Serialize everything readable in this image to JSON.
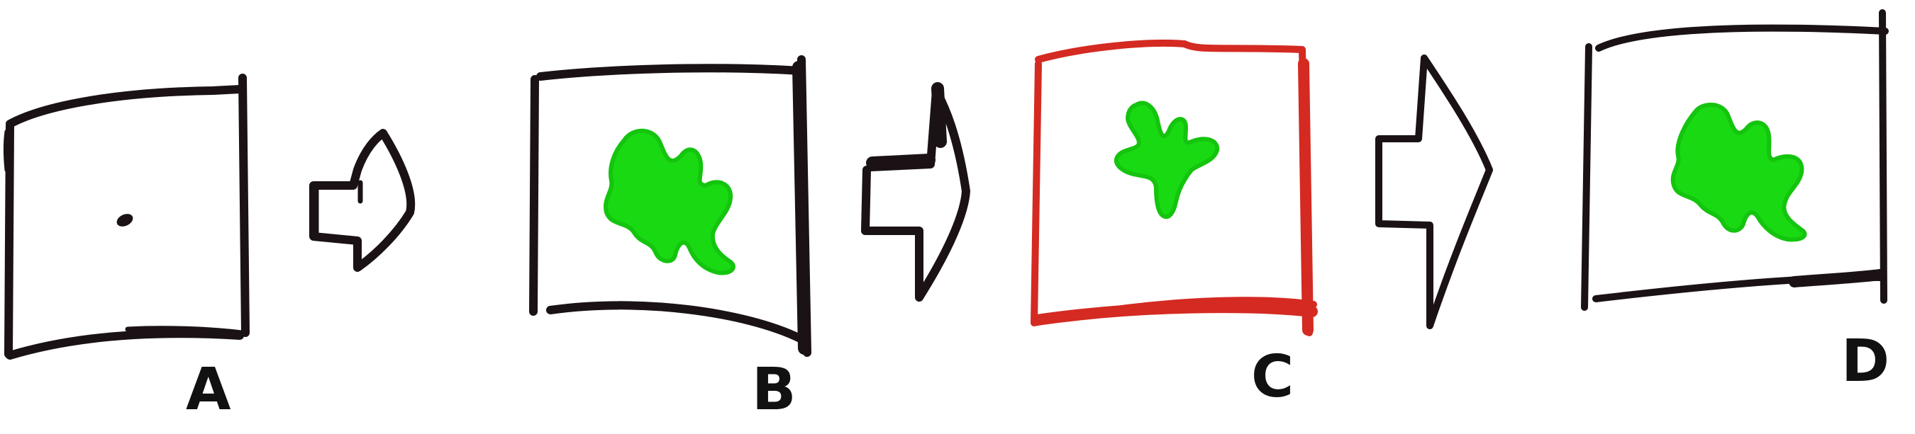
{
  "colors": {
    "ink": "#1a1214",
    "red": "#d42a22",
    "green": "#19d912",
    "background": "#ffffff"
  },
  "panels": [
    {
      "id": "A",
      "label": "A",
      "border": "ink",
      "content": "dot"
    },
    {
      "id": "B",
      "label": "B",
      "border": "ink",
      "content": "blob"
    },
    {
      "id": "C",
      "label": "C",
      "border": "red",
      "content": "sprout"
    },
    {
      "id": "D",
      "label": "D",
      "border": "ink",
      "content": "blob"
    }
  ],
  "arrows": [
    {
      "from": "A",
      "to": "B"
    },
    {
      "from": "B",
      "to": "C"
    },
    {
      "from": "C",
      "to": "D"
    }
  ]
}
